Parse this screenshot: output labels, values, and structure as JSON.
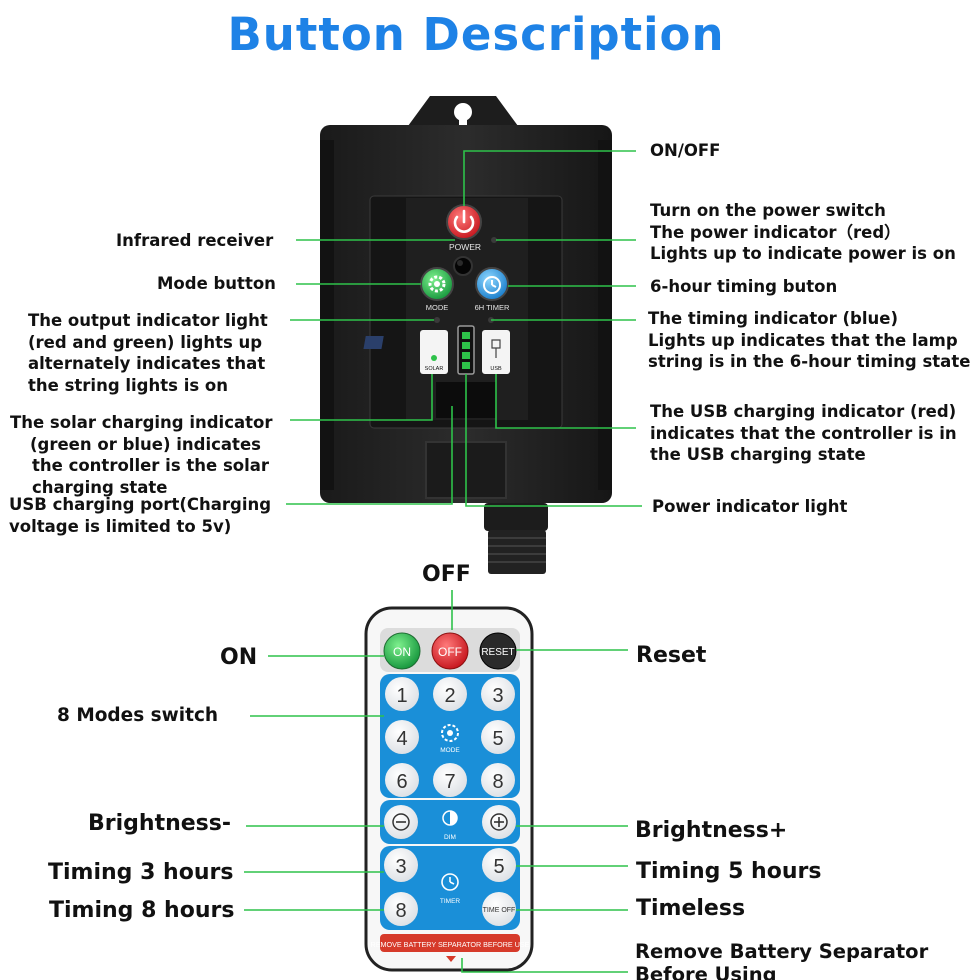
{
  "title": "Button Description",
  "controller": {
    "power_label": "POWER",
    "mode_label": "MODE",
    "timer_label": "6H TIMER",
    "solar_label": "SOLAR",
    "usb_label": "USB"
  },
  "remote": {
    "on": "ON",
    "off": "OFF",
    "reset": "RESET",
    "numbers": [
      "1",
      "2",
      "3",
      "4",
      "5",
      "6",
      "7",
      "8"
    ],
    "mode_label": "MODE",
    "dim_label": "DIM",
    "timer_3": "3",
    "timer_5": "5",
    "timer_8": "8",
    "timer_label": "TIMER",
    "time_off": "TIME OFF",
    "battery_tab": "REMOVE BATTERY SEPARATOR BEFORE USE"
  },
  "labels": {
    "on_off": "ON/OFF",
    "power_switch": [
      "Turn on the power switch",
      "The power indicator（red）",
      "Lights up to indicate power is on"
    ],
    "infrared": "Infrared receiver",
    "mode_button": "Mode button",
    "timing_button": "6-hour timing buton",
    "output_indicator": [
      "The output indicator light",
      "(red and green) lights up",
      "alternately indicates that",
      "the string lights is on"
    ],
    "timing_indicator": [
      "The timing indicator (blue)",
      "Lights up indicates that the lamp",
      "string is in the 6-hour timing state"
    ],
    "solar_indicator": [
      "The solar charging indicator",
      "(green or blue) indicates",
      "the controller is the solar",
      "charging state"
    ],
    "usb_indicator": [
      "The USB charging indicator (red)",
      "indicates that the controller is in",
      "the USB charging state"
    ],
    "usb_port": [
      "USB charging port(Charging",
      "voltage is limited to 5v)"
    ],
    "power_light": "Power indicator light",
    "r_off": "OFF",
    "r_on": "ON",
    "r_reset": "Reset",
    "r_modes": "8 Modes switch",
    "r_bright_minus": "Brightness-",
    "r_bright_plus": "Brightness+",
    "r_timing3": "Timing 3 hours",
    "r_timing5": "Timing 5 hours",
    "r_timing8": "Timing 8 hours",
    "r_timeless": "Timeless",
    "r_battery": [
      "Remove Battery Separator",
      "Before Using"
    ]
  },
  "colors": {
    "title": "#1e82e6",
    "leader": "#2ec24a",
    "remote_blue": "#1a8fd8",
    "on_green": "#1aa34a",
    "off_red": "#e02a2a",
    "reset_black": "#222222"
  }
}
